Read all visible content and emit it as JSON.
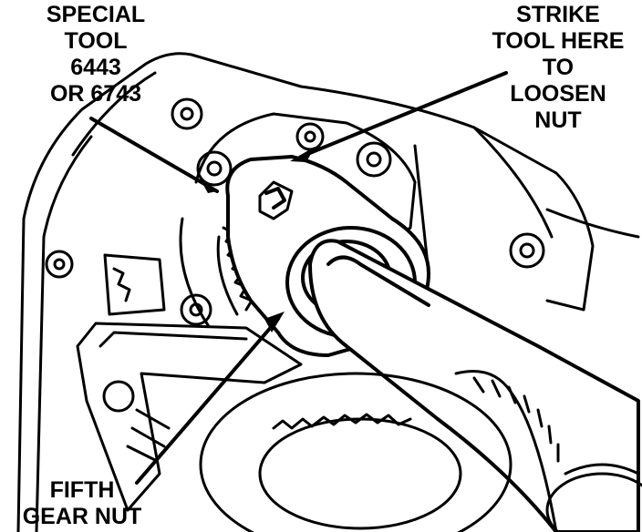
{
  "labels": {
    "special_tool": [
      "SPECIAL",
      "TOOL",
      "6443",
      "OR 6743"
    ],
    "strike_tool": [
      "STRIKE",
      "TOOL HERE",
      "TO",
      "LOOSEN",
      "NUT"
    ],
    "fifth_gear_nut": [
      "FIFTH",
      "GEAR NUT"
    ]
  },
  "colors": {
    "ink": "#000000",
    "paper": "#ffffff"
  }
}
